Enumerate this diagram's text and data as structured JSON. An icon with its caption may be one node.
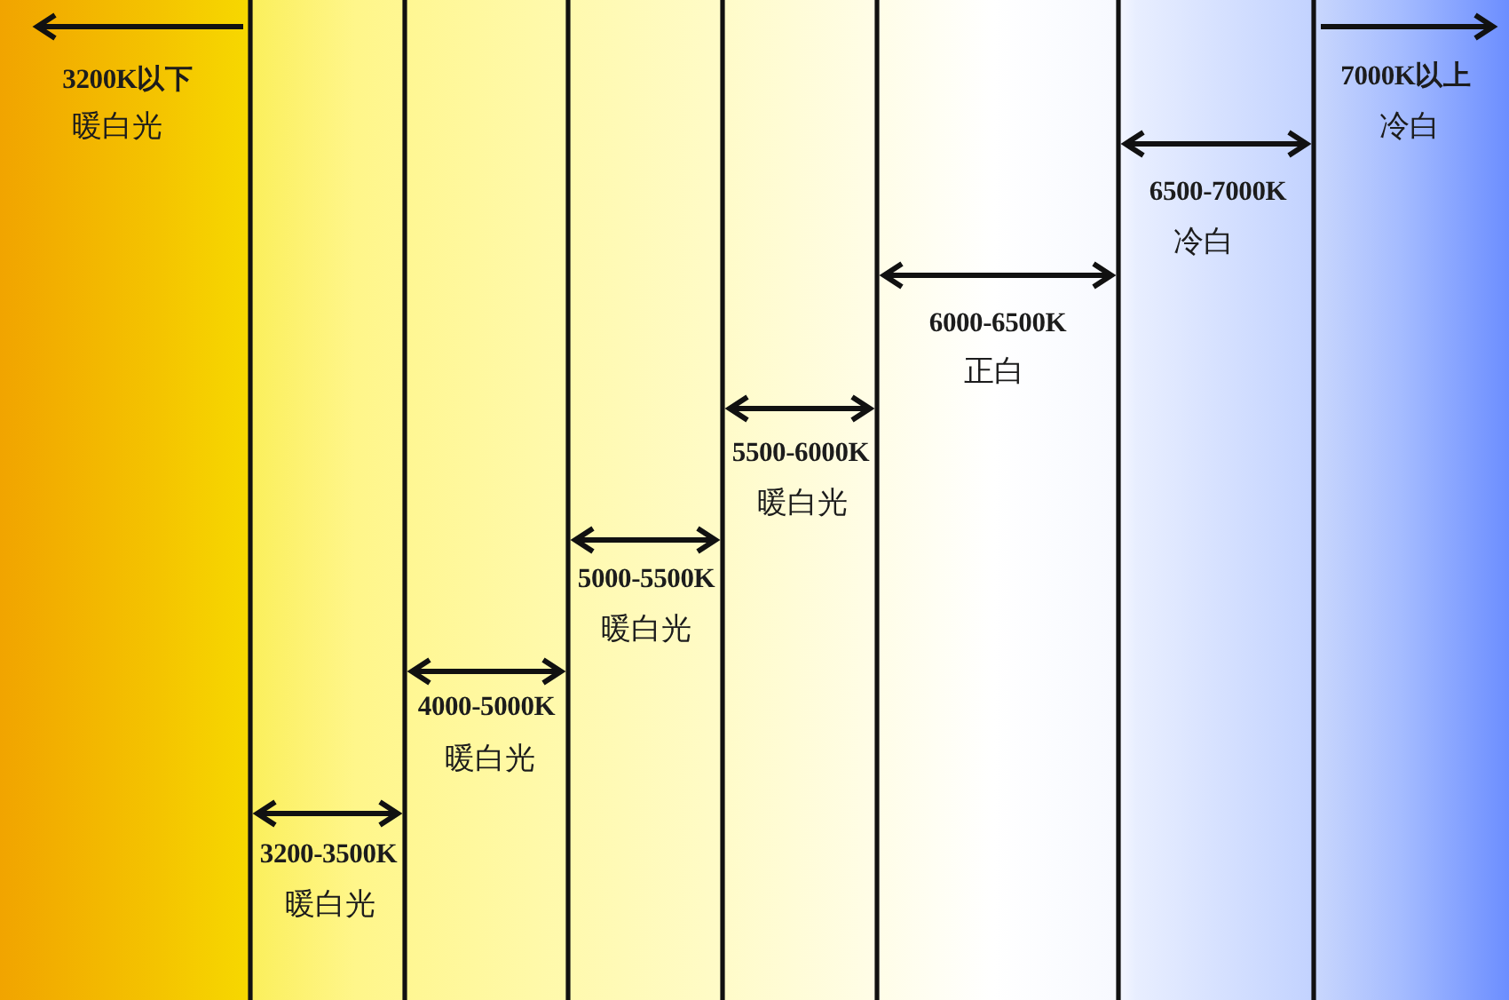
{
  "diagram": {
    "labels": [
      "3200K以下",
      "暖白光",
      "3200-3500K",
      "暖白光",
      "4000-5000K",
      "暖白光",
      "5000-5500K",
      "暖白光",
      "5500-6000K",
      "暖白光",
      "6000-6500K",
      "正白",
      "6500-7000K",
      "冷白",
      "7000K以上",
      "冷白"
    ]
  }
}
